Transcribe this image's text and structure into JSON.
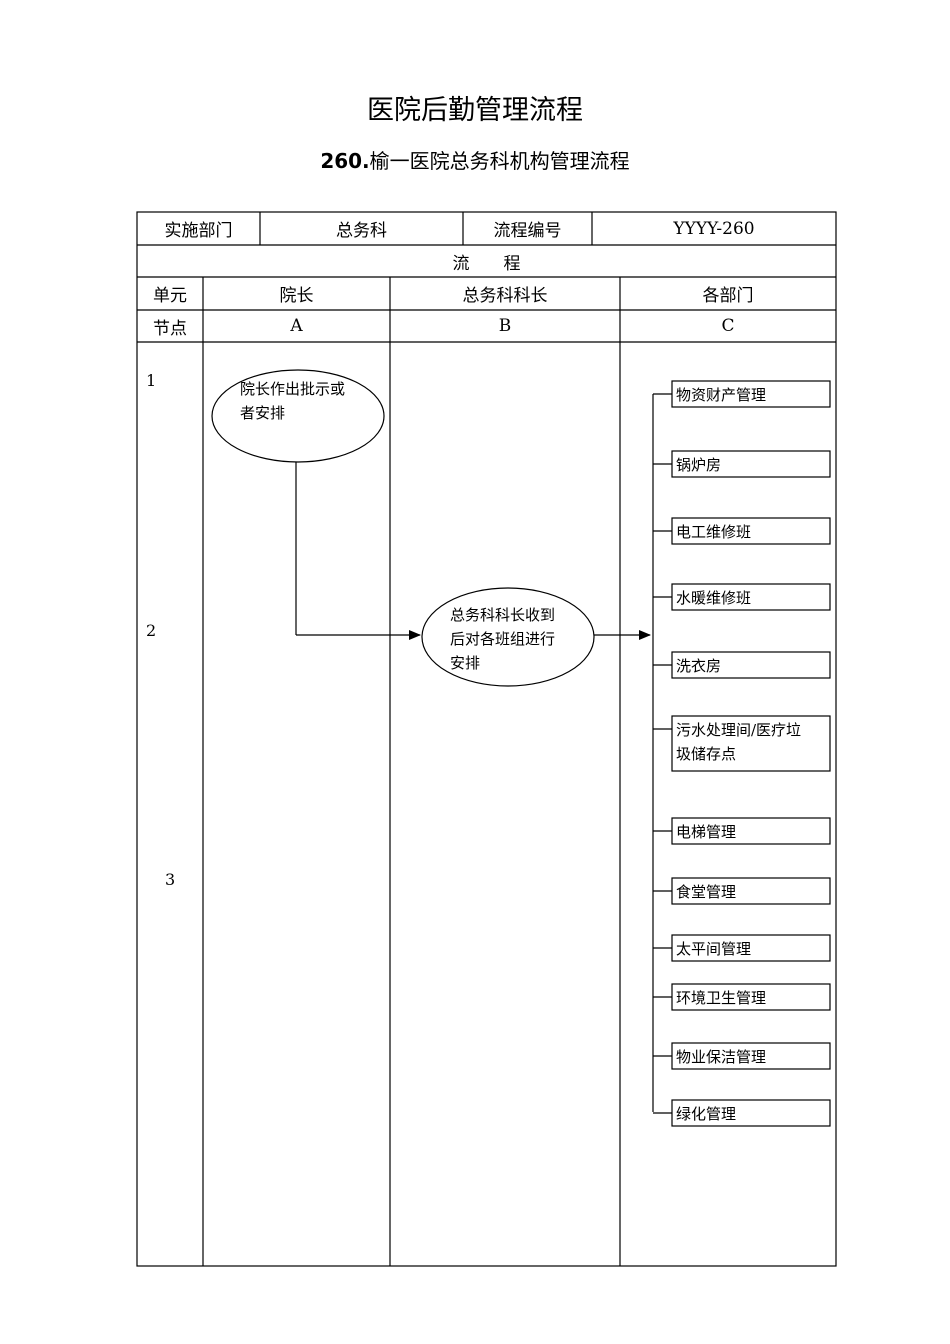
{
  "doc": {
    "title": "医院后勤管理流程",
    "subtitle_num": "260.",
    "subtitle_text": "榆一医院总务科机构管理流程"
  },
  "table": {
    "impl_dept_label": "实施部门",
    "impl_dept_value": "总务科",
    "flow_no_label": "流程编号",
    "flow_no_value": "YYYY-260",
    "flow_header": "流　　程",
    "unit_label": "单元",
    "node_label": "节点",
    "lanes": [
      {
        "unit": "院长",
        "node": "A"
      },
      {
        "unit": "总务科科长",
        "node": "B"
      },
      {
        "unit": "各部门",
        "node": "C"
      }
    ],
    "row_numbers": [
      "1",
      "2",
      "3"
    ]
  },
  "flow": {
    "start_node": [
      "院长作出批示或",
      "者安排"
    ],
    "middle_node": [
      "总务科科长收到",
      "后对各班组进行",
      "安排"
    ],
    "departments": [
      [
        "物资财产管理"
      ],
      [
        "锅炉房"
      ],
      [
        "电工维修班"
      ],
      [
        "水暖维修班"
      ],
      [
        "洗衣房"
      ],
      [
        "污水处理间/医疗垃",
        "圾储存点"
      ],
      [
        "电梯管理"
      ],
      [
        "食堂管理"
      ],
      [
        "太平间管理"
      ],
      [
        "环境卫生管理"
      ],
      [
        "物业保洁管理"
      ],
      [
        "绿化管理"
      ]
    ]
  }
}
